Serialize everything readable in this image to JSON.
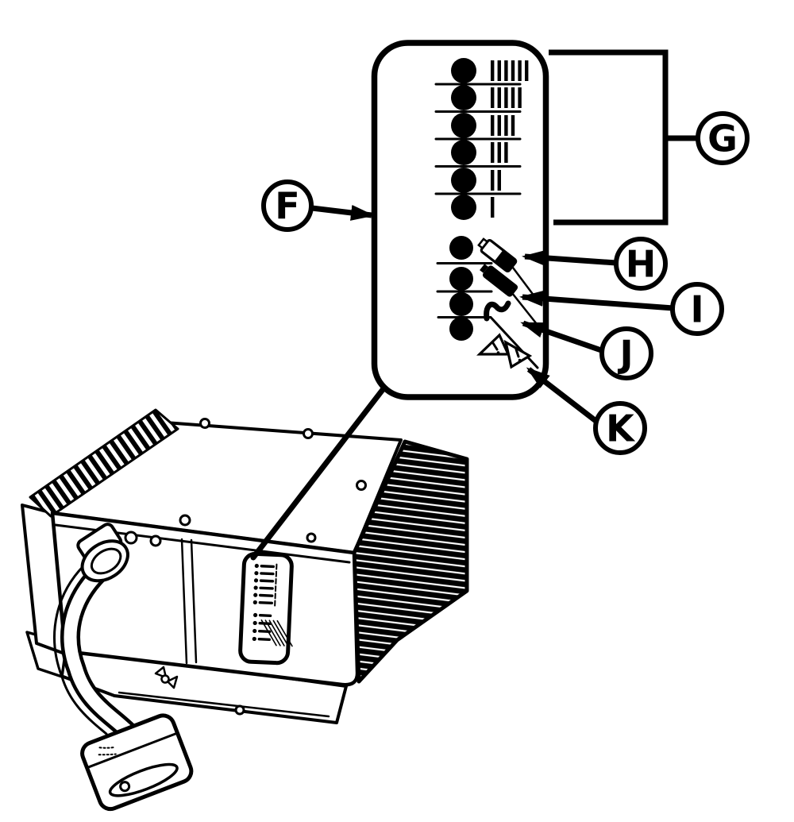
{
  "figure": {
    "type": "technical-illustration",
    "subject": "battery-charger control panel callout diagram",
    "colors": {
      "ink": "#000000",
      "paper": "#ffffff"
    },
    "callouts": [
      {
        "label": "F",
        "target": "control-panel"
      },
      {
        "label": "G",
        "target": "charge-level-indicator-group"
      },
      {
        "label": "H",
        "target": "battery-charging-indicator"
      },
      {
        "label": "I",
        "target": "battery-charged-indicator"
      },
      {
        "label": "J",
        "target": "ac-power-indicator"
      },
      {
        "label": "K",
        "target": "fault-warning-indicator"
      }
    ],
    "panel": {
      "level_rows": [
        6,
        5,
        4,
        3,
        2,
        1
      ],
      "status_rows": [
        {
          "icon": "battery-charging-icon"
        },
        {
          "icon": "battery-charged-icon"
        },
        {
          "icon": "ac-wave-icon"
        },
        {
          "icon": "fault-triangles-icon"
        }
      ],
      "mini_panel": {
        "top_rows": 6,
        "bottom_rows": 4
      }
    }
  }
}
